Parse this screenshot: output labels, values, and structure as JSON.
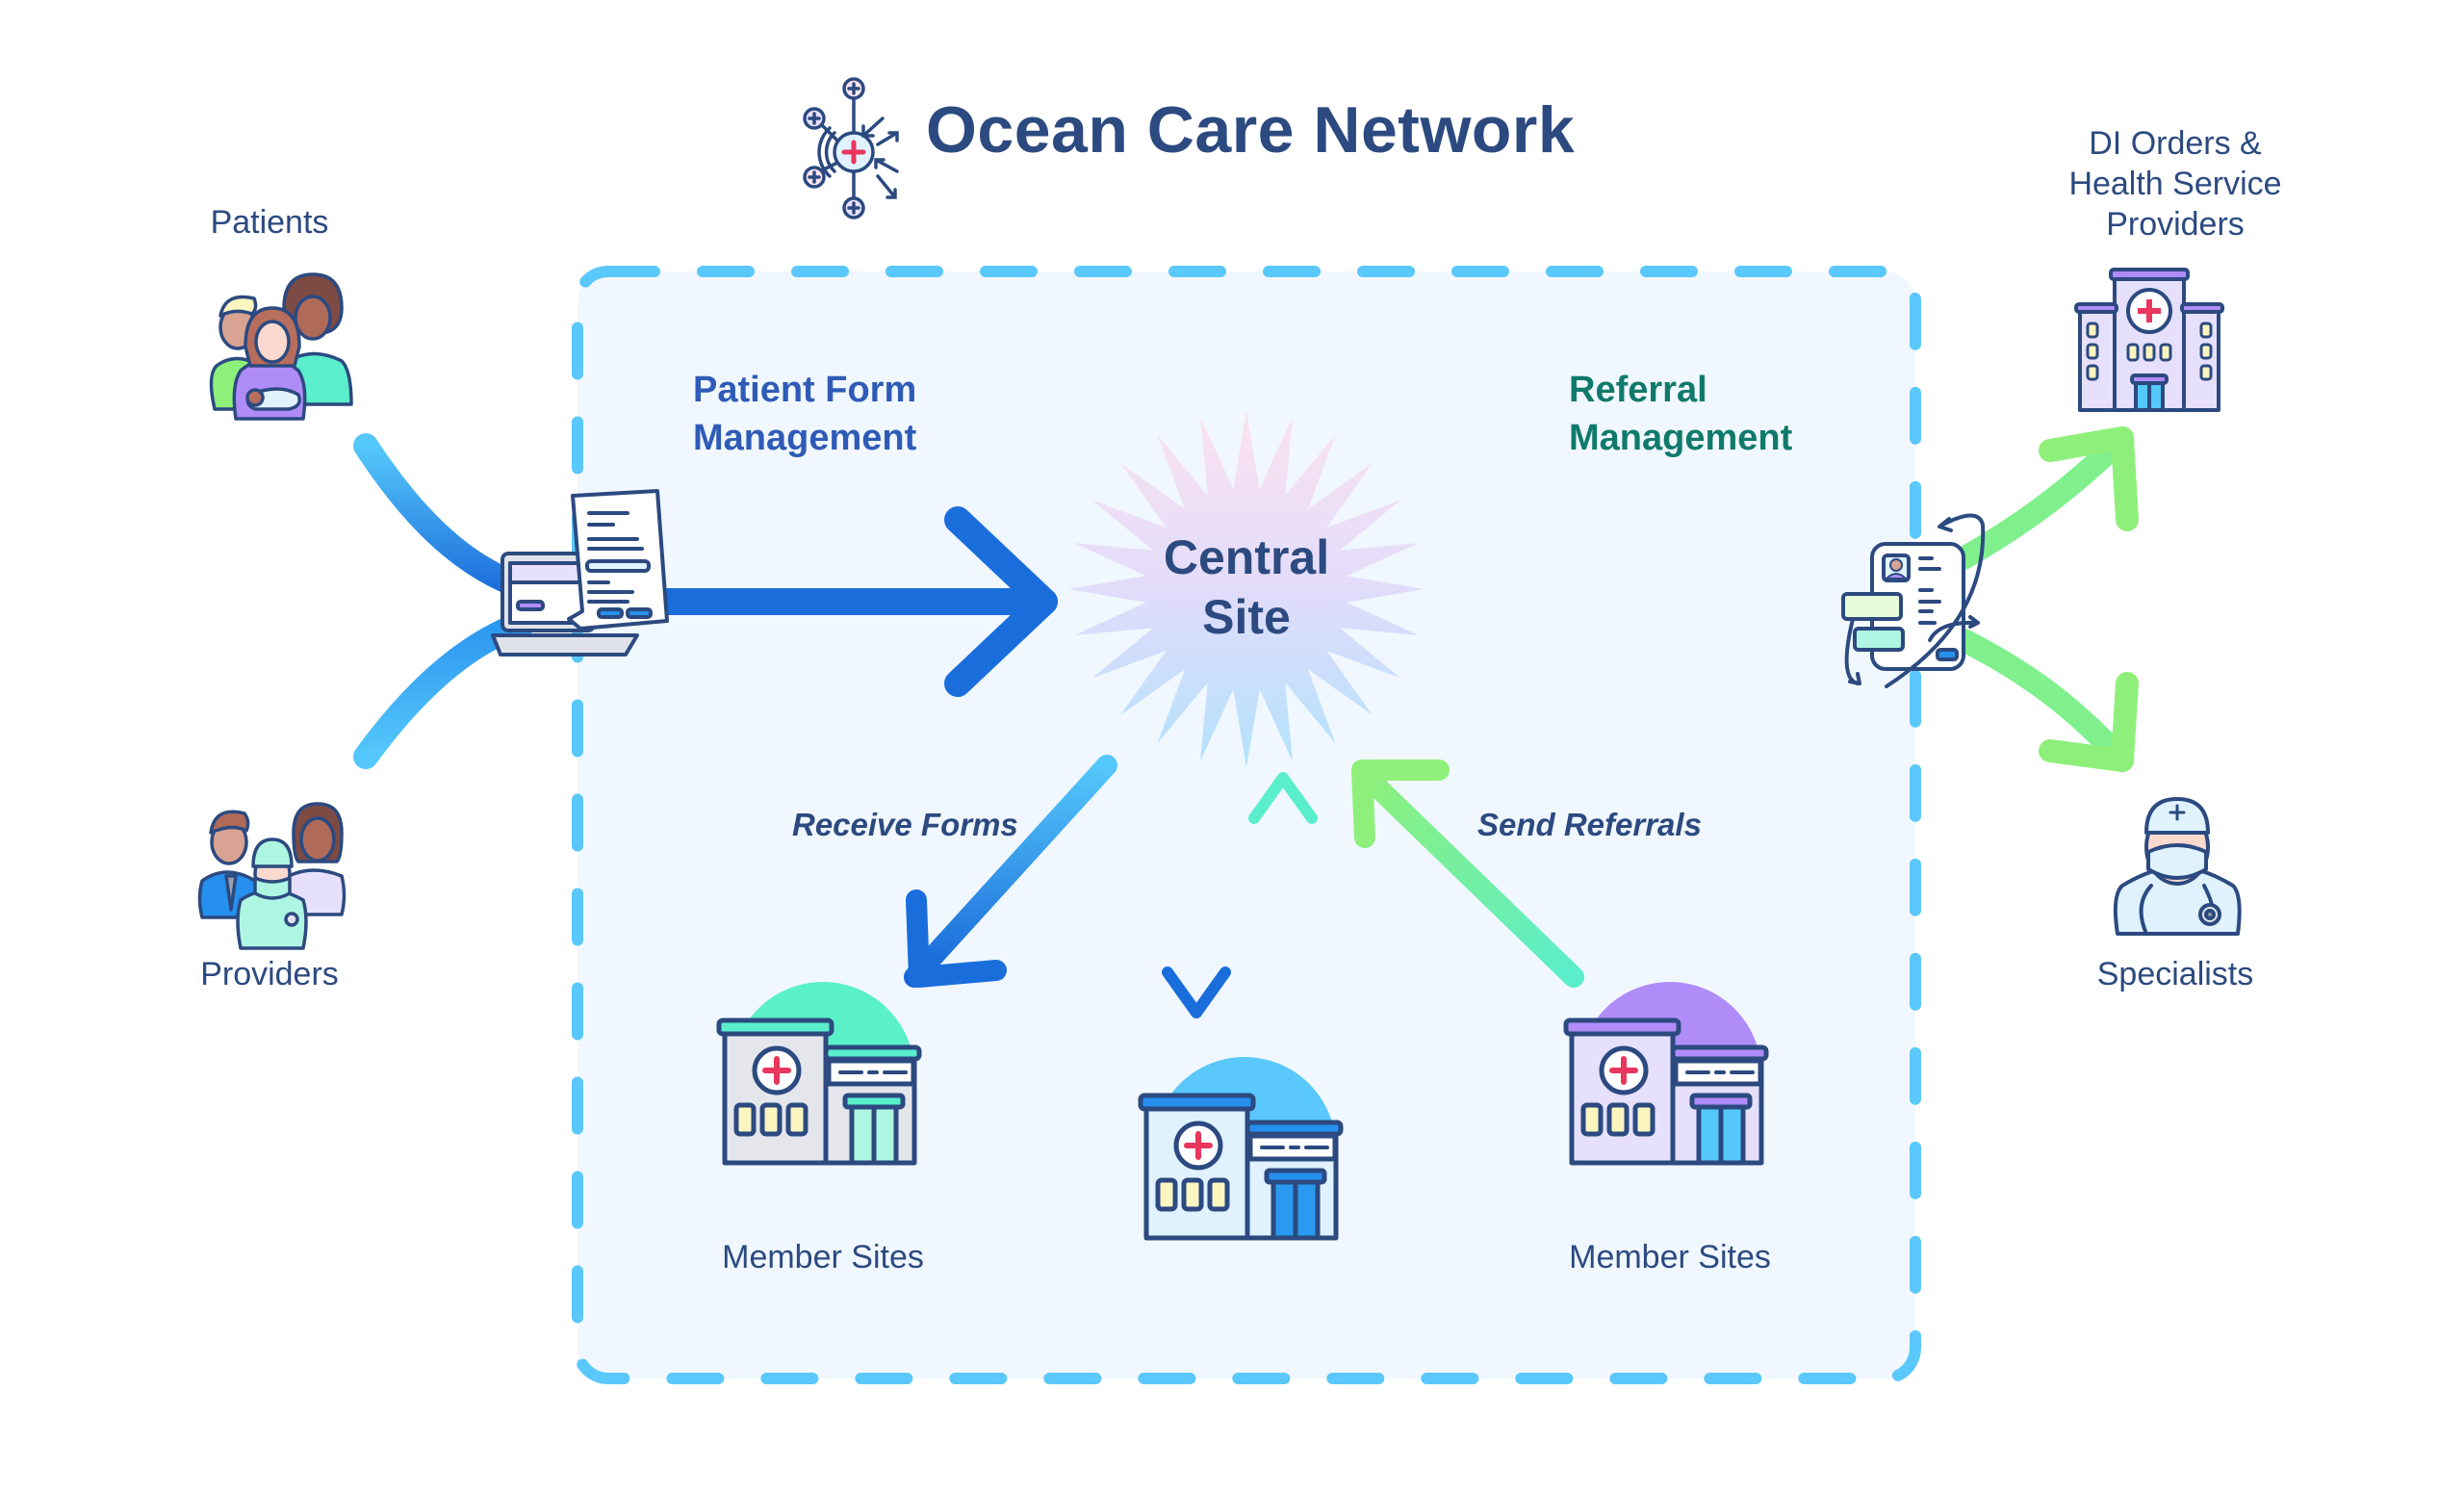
{
  "header": {
    "title": "Ocean Care Network",
    "logo_icon": "network-hub-icon"
  },
  "left": {
    "patients": {
      "label": "Patients",
      "icon": "patients-group-icon"
    },
    "providers": {
      "label": "Providers",
      "icon": "providers-group-icon"
    },
    "intake_icon": "laptop-form-icon"
  },
  "right": {
    "di_orders": {
      "label_lines": [
        "DI Orders &",
        "Health Service",
        "Providers"
      ],
      "icon": "hospital-icon"
    },
    "specialists": {
      "label": "Specialists",
      "icon": "specialist-doctor-icon"
    },
    "referral_icon": "referral-document-icon"
  },
  "network": {
    "patient_form_management": [
      "Patient Form",
      "Management"
    ],
    "referral_management": [
      "Referral",
      "Management"
    ],
    "central_site": [
      "Central",
      "Site"
    ],
    "receive_forms": "Receive Forms",
    "send_referrals": "Send Referrals",
    "member_sites_left": {
      "label": "Member Sites",
      "icon": "member-site-building-icon",
      "accent": "#5af0c8"
    },
    "member_site_center": {
      "icon": "member-site-building-icon",
      "accent": "#5ac8fa"
    },
    "member_sites_right": {
      "label": "Member Sites",
      "icon": "member-site-building-icon",
      "accent": "#b08cf8"
    }
  },
  "colors": {
    "text_dark": "#2c4a80",
    "blue_flow": "#1a6edc",
    "green_flow": "#5cecc6",
    "dashed_border": "#5ac8fa",
    "network_fill": "#f0f7fe",
    "pfm_heading": "#2f5bb7",
    "rm_heading": "#0f7a6c"
  }
}
